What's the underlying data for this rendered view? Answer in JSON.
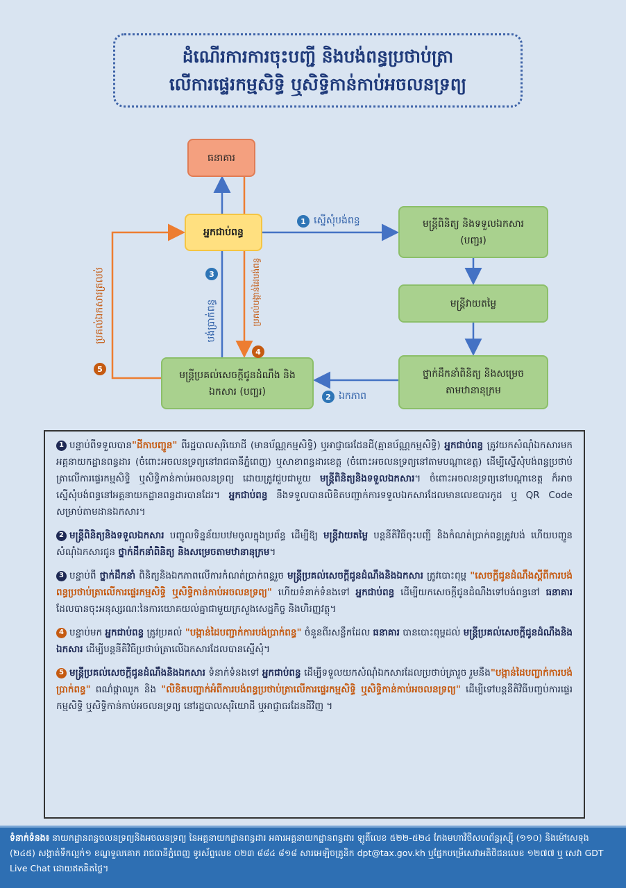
{
  "title": {
    "line1": "ដំណើរការការចុះបញ្ជី និងបង់ពន្ធប្រថាប់ត្រា",
    "line2": "លើការផ្ទេរកម្មសិទ្ធិ ឬសិទ្ធិកាន់កាប់អចលនទ្រព្យ"
  },
  "diagram": {
    "bank": "ធនាគារ",
    "taxpayer": "អ្នកជាប់ពន្ធ",
    "reception_officer": "មន្ត្រីពិនិត្យ និងទទួលឯកសារ (បញ្ជរ)",
    "valuation_officer": "មន្ត្រីវាយតម្លៃ",
    "leadership": "ថ្នាក់ដឹកនាំពិនិត្យ និងសម្រេច តាមឋានានុក្រម",
    "delivery_officer": "មន្ត្រីប្រគល់សេចក្ដីជូនដំណឹង និងឯកសារ (បញ្ជរ)",
    "steps": [
      {
        "num": "1",
        "label": "ស្នើសុំបង់ពន្ធ"
      },
      {
        "num": "2",
        "label": "ឯកភាព"
      },
      {
        "num": "3",
        "label": "បង់ប្រាក់ពន្ធ"
      },
      {
        "num": "4",
        "label": "ប្រគល់បង្កាន់ដៃបង់ពន្ធ"
      },
      {
        "num": "5",
        "label": "ប្រគល់ឯកសារត្រលប់"
      }
    ],
    "colors": {
      "blue": "#4472c4",
      "orange": "#ed7d31"
    }
  },
  "paragraphs": [
    {
      "num": "1",
      "color": "#1f2a55",
      "segments": [
        {
          "t": "n",
          "text": "បន្ទាប់ពីទទួលបាន"
        },
        {
          "t": "o",
          "text": "\"ដីកាបញ្ជូន\""
        },
        {
          "t": "n",
          "text": " ពីរដ្ឋបាលសុរិយោដី (មានប័ណ្ណកម្មសិទ្ធិ) ឬអាជ្ញាធរដែនដី(គ្មានប័ណ្ណកម្មសិទ្ធិ) "
        },
        {
          "t": "b",
          "text": "អ្នកជាប់ពន្ធ"
        },
        {
          "t": "n",
          "text": " ត្រូវយកសំណុំឯកសារមកអគ្គនាយកដ្ឋានពន្ធដារ (ចំពោះអចលនទ្រព្យនៅរាជធានីភ្នំពេញ) ឬសាខាពន្ធដារខេត្ត (ចំពោះអចលនទ្រព្យនៅតាមបណ្ដាខេត្ត) ដើម្បីស្នើសុំបង់ពន្ធប្រថាប់ត្រាលើការផ្ទេរកម្មសិទ្ធិ ឬសិទ្ធិកាន់កាប់អចលនទ្រព្យ ដោយត្រូវជួបជាមួយ "
        },
        {
          "t": "b",
          "text": "មន្ត្រីពិនិត្យនិងទទួលឯកសារ"
        },
        {
          "t": "n",
          "text": "។ ចំពោះអចលនទ្រព្យនៅបណ្ដាខេត្ត ក៏អាចស្នើសុំបង់ពន្ធនៅអគ្គនាយកដ្ឋានពន្ធដារបានដែរ។ "
        },
        {
          "t": "b",
          "text": "អ្នកជាប់ពន្ធ"
        },
        {
          "t": "n",
          "text": " នឹងទទួលបានលិខិតបញ្ជាក់ការទទួលឯកសារដែលមានលេខបារកូដ ឬ QR Code សម្រាប់តាមដានឯកសារ។"
        }
      ]
    },
    {
      "num": "2",
      "color": "#1f2a55",
      "segments": [
        {
          "t": "b",
          "text": "មន្ត្រីពិនិត្យនិងទទួលឯកសារ"
        },
        {
          "t": "n",
          "text": " បញ្ចូលទិន្នន័យបឋមចូលក្នុងប្រព័ន្ធ ដើម្បីឱ្យ "
        },
        {
          "t": "b",
          "text": "មន្ត្រីវាយតម្លៃ"
        },
        {
          "t": "n",
          "text": " បន្តនីតិវិធីចុះបញ្ជី និងកំណត់ប្រាក់ពន្ធត្រូវបង់ ហើយបញ្ជូនសំណុំឯកសារជូន "
        },
        {
          "t": "b",
          "text": "ថ្នាក់ដឹកនាំពិនិត្យ និងសម្រេចតាមឋានានុក្រម"
        },
        {
          "t": "n",
          "text": "។"
        }
      ]
    },
    {
      "num": "3",
      "color": "#1f2a55",
      "segments": [
        {
          "t": "n",
          "text": "បន្ទាប់ពី "
        },
        {
          "t": "b",
          "text": "ថ្នាក់ដឹកនាំ"
        },
        {
          "t": "n",
          "text": " ពិនិត្យនិងឯកភាពលើការកំណត់ប្រាក់ពន្ធរួច "
        },
        {
          "t": "b",
          "text": "មន្ត្រីប្រគល់សេចក្ដីជូនដំណឹងនិងឯកសារ"
        },
        {
          "t": "n",
          "text": " ត្រូវបោះពុម្ព "
        },
        {
          "t": "o",
          "text": "\"សេចក្ដីជូនដំណឹងស្ដីពីការបង់ពន្ធប្រថាប់ត្រាលើការផ្ទេរកម្មសិទ្ធិ ឬសិទ្ធិកាន់កាប់អចលនទ្រព្យ\""
        },
        {
          "t": "n",
          "text": " ហើយទំនាក់ទំនងទៅ "
        },
        {
          "t": "b",
          "text": "អ្នកជាប់ពន្ធ"
        },
        {
          "t": "n",
          "text": " ដើម្បីយកសេចក្ដីជូនដំណឹងទៅបង់ពន្ធនៅ "
        },
        {
          "t": "b",
          "text": "ធនាគារ"
        },
        {
          "t": "n",
          "text": " ដែលបានចុះអនុស្សរណៈនៃការយោគយល់គ្នាជាមួយក្រសួងសេដ្ឋកិច្ច និងហិរញ្ញវត្ថុ។"
        }
      ]
    },
    {
      "num": "4",
      "color": "#c55a11",
      "segments": [
        {
          "t": "n",
          "text": "បន្ទាប់មក "
        },
        {
          "t": "b",
          "text": "អ្នកជាប់ពន្ធ"
        },
        {
          "t": "n",
          "text": " ត្រូវប្រគល់ "
        },
        {
          "t": "o",
          "text": "\"បង្កាន់ដៃបញ្ជាក់ការបង់ប្រាក់ពន្ធ\""
        },
        {
          "t": "n",
          "text": " ចំនួនពីរសន្លឹកដែល "
        },
        {
          "t": "b",
          "text": "ធនាគារ"
        },
        {
          "t": "n",
          "text": " បានបោះពុម្ពដល់ "
        },
        {
          "t": "b",
          "text": "មន្ត្រីប្រគល់សេចក្ដីជូនដំណឹងនិងឯកសារ"
        },
        {
          "t": "n",
          "text": " ដើម្បីបន្តនីតិវិធីប្រថាប់ត្រាលើឯកសារដែលបានស្នើសុំ។"
        }
      ]
    },
    {
      "num": "5",
      "color": "#c55a11",
      "segments": [
        {
          "t": "b",
          "text": "មន្ត្រីប្រគល់សេចក្ដីជូនដំណឹងនិងឯកសារ"
        },
        {
          "t": "n",
          "text": " ទំនាក់ទំនងទៅ "
        },
        {
          "t": "b",
          "text": "អ្នកជាប់ពន្ធ"
        },
        {
          "t": "n",
          "text": " ដើម្បីទទួលយកសំណុំឯកសារដែលប្រថាប់ត្រារួច រួមនឹង"
        },
        {
          "t": "o",
          "text": "\"បង្កាន់ដៃបញ្ជាក់ការបង់ប្រាក់ពន្ធ\""
        },
        {
          "t": "n",
          "text": " ពណ៌ផ្កាឈូក និង "
        },
        {
          "t": "o",
          "text": "\"លិខិតបញ្ជាក់អំពីការបង់ពន្ធប្រថាប់ត្រាលើការផ្ទេរកម្មសិទ្ធិ ឬសិទ្ធិកាន់កាប់អចលនទ្រព្យ\""
        },
        {
          "t": "n",
          "text": " ដើម្បីទៅបន្តនីតិវិធីបញ្ចប់ការផ្ទេរកម្មសិទ្ធិ ឬសិទ្ធិកាន់កាប់អចលនទ្រព្យ នៅរដ្ឋបាលសុរិយោដី ឬអាជ្ញាធរដែនដីវិញ ។"
        }
      ]
    }
  ],
  "footer": {
    "label": "ទំនាក់ទំនង៖",
    "text": " នាយកដ្ឋានពន្ធចលនទ្រព្យនិងអចលនទ្រព្យ នៃអគ្គនាយកដ្ឋានពន្ធដារ អគារអគ្គនាយកដ្ឋានពន្ធដារ ឡូតិ៍លេខ ៥២២-៥២៤ កែងមហាវិថីសហព័ន្ធរុស្ស៊ី (១១០) និងម៉ៅសេទុង (២៤៥) សង្កាត់ទឹកល្អក់១ ខណ្ឌទួលគោក រាជធានីភ្នំពេញ ទូរស័ព្ទលេខ ០២៣ ៨៨៤ ៨១៨ សារអេឡិចត្រូនិក dpt@tax.gov.kh ឬផ្នែកបម្រើសេវាអតិថិជនលេខ ១២៧៧ ឬ សេវា GDT Live Chat ដោយឥតគិតថ្លៃ។"
  }
}
